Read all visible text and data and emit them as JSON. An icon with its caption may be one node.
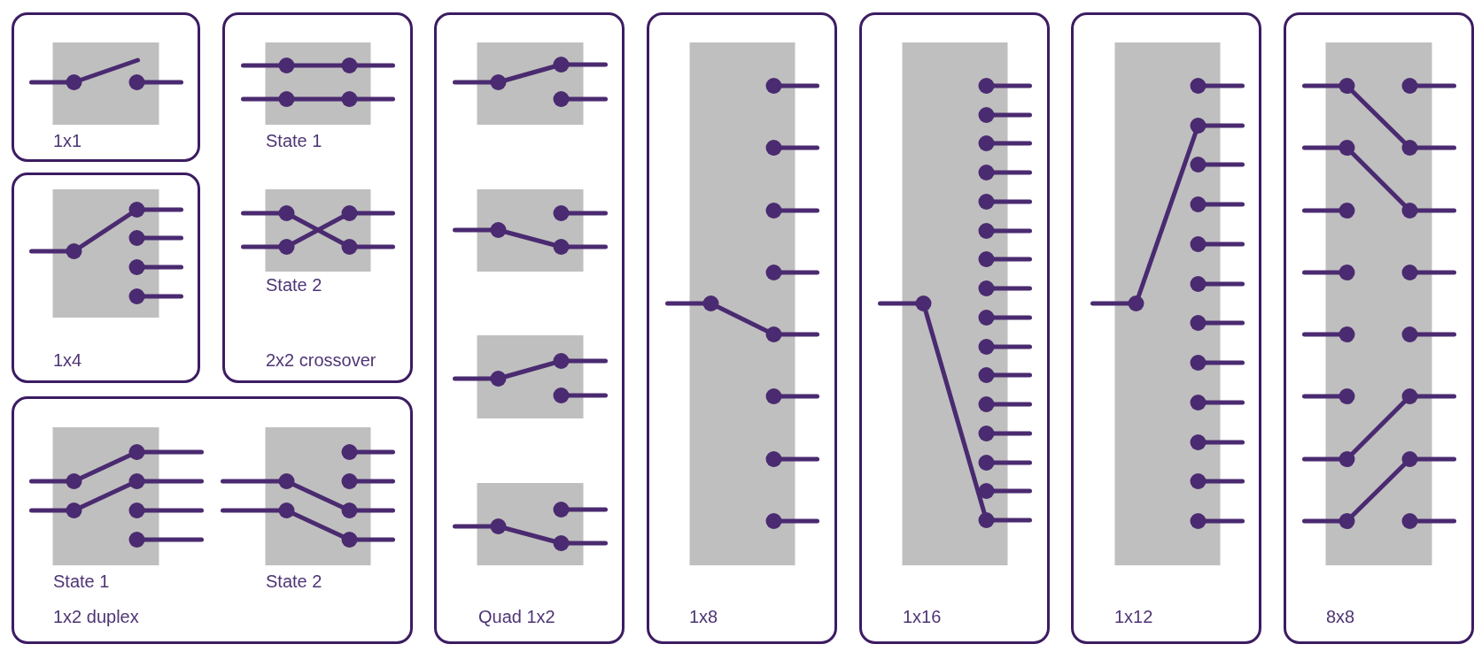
{
  "diagram": {
    "nodes": [
      {
        "text": [
          "1x1"
        ]
      },
      {
        "text": [
          "1x4"
        ]
      },
      {
        "text": [
          "State 1",
          "State 2",
          "2x2 crossover"
        ]
      },
      {
        "text": [
          "State 1",
          "State 2",
          "1x2 duplex"
        ]
      },
      {
        "text": [
          "Quad 1x2"
        ]
      },
      {
        "text": [
          "1x8"
        ]
      },
      {
        "text": [
          "1x16"
        ]
      },
      {
        "text": [
          "1x12"
        ]
      },
      {
        "text": [
          "8x8"
        ]
      }
    ]
  }
}
